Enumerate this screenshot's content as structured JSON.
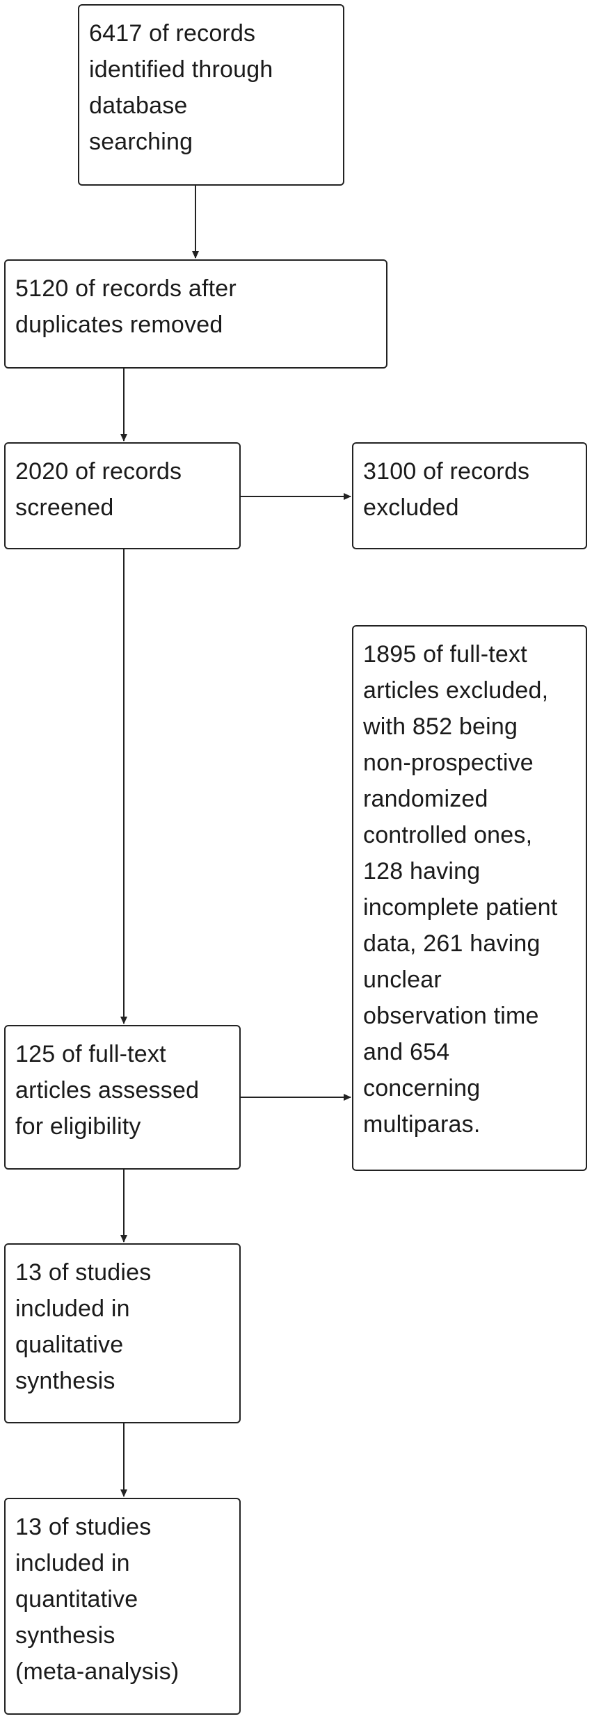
{
  "flowchart": {
    "boxes": {
      "identified": {
        "lines": [
          "6417 of records",
          "identified through",
          "database",
          "searching"
        ]
      },
      "after_duplicates": {
        "lines": [
          "5120 of records after",
          "duplicates removed"
        ]
      },
      "screened": {
        "lines": [
          "2020 of records",
          "screened"
        ]
      },
      "excluded": {
        "lines": [
          "3100 of records",
          "excluded"
        ]
      },
      "fulltext_excluded": {
        "lines": [
          "1895 of full-text",
          "articles excluded,",
          "with 852 being",
          "non-prospective",
          "randomized",
          "controlled ones,",
          "128 having",
          "incomplete patient",
          "data, 261 having",
          "unclear",
          "observation time",
          "and 654",
          "concerning",
          "multiparas."
        ]
      },
      "assessed": {
        "lines": [
          "125 of full-text",
          "articles assessed",
          "for eligibility"
        ]
      },
      "qualitative": {
        "lines": [
          "13 of studies",
          "included in",
          "qualitative",
          "synthesis"
        ]
      },
      "quantitative": {
        "lines": [
          "13 of studies",
          "included in",
          "quantitative",
          "synthesis",
          "(meta-analysis)"
        ]
      }
    },
    "colors": {
      "stroke": "#222222",
      "text": "#1a1a1a",
      "background": "#ffffff"
    }
  }
}
